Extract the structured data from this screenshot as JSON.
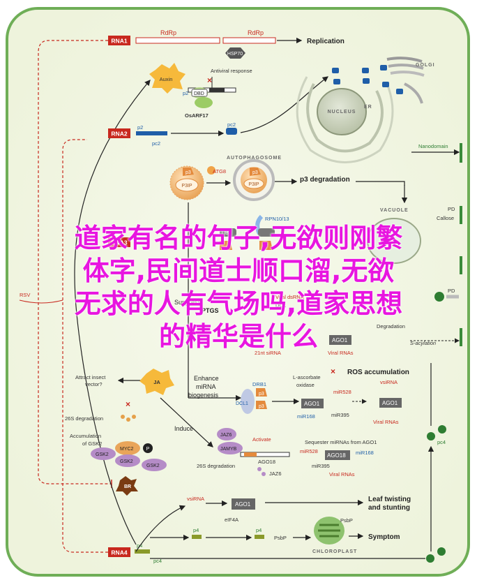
{
  "labels": {
    "rna1": "RNA1",
    "rna2": "RNA2",
    "rna3": "RNA3",
    "rna4": "RNA4",
    "rdrp1": "RdRp",
    "rdrp2": "RdRp",
    "hsp70": "HSP70",
    "replication": "Replication",
    "auxin": "Auxin",
    "antiviral": "Antiviral response",
    "p2_a": "p2",
    "dbd": "DBD",
    "osarf17": "OsARF17",
    "p2_b": "p2",
    "pc2_a": "pc2",
    "pc2_b": "pc2",
    "golgi": "GOLGI",
    "nucleus": "NUCLEUS",
    "er": "ER",
    "nanodomain": "Nanodomain",
    "pd": "PD",
    "callose": "Callose",
    "autophagosome": "AUTOPHAGOSOME",
    "p3_a": "p3",
    "p3ip_a": "P3IP",
    "atg8": "ATG8",
    "p3_b": "p3",
    "p3ip_b": "P3IP",
    "p3degradation": "p3 degradation",
    "vacuole": "VACUOLE",
    "rpn": "RPN10/13",
    "ubl": "UBL",
    "rsv": "RSV",
    "suppress": "Suppress",
    "ptgs": "PTGS",
    "dcl": "DCL",
    "viral_dsrna": "Viral dsRNA",
    "ago1_a": "AGO1",
    "twentyone": "21nt siRNA",
    "viral_rnas_a": "Viral RNAs",
    "degradation": "Degradation",
    "pd2": "PD",
    "sacyl": "S-acylation",
    "attract": "Attract insect",
    "vector": "vector?",
    "ja": "JA",
    "deg26_a": "26S degradation",
    "accum": "Accumulation",
    "ofgsk2": "of GSK2",
    "myc2": "MYC2",
    "p": "P",
    "gsk2a": "GSK2",
    "gsk2b": "GSK2",
    "gsk2c": "GSK2",
    "br": "BR",
    "enhance": "Enhance",
    "mirna": "miRNA",
    "biogenesis": "biogenesis",
    "drb1": "DRB1",
    "dcl1": "DCL1",
    "p3c": "p3",
    "p3d": "p3",
    "lasc": "L-ascorbate",
    "oxidase": "oxidase",
    "ros": "ROS accumulation",
    "mir528": "miR528",
    "ago1_b": "AGO1",
    "mir168_a": "miR168",
    "mir395": "miR395",
    "vsirna_a": "vsiRNA",
    "ago1_c": "AGO1",
    "viral_rnas_b": "Viral RNAs",
    "induce": "Induce",
    "jaz6": "JAZ6",
    "jamyb": "JAMYB",
    "activate": "Activate",
    "ago18": "AGO18",
    "sequester": "Sequester miRNAs from AGO1",
    "mir528b": "miR528",
    "ago18b": "AGO18",
    "mir168_b": "miR168",
    "deg26_b": "26S degradation",
    "jaz6b": "JAZ6",
    "mir395b": "miR395",
    "viral_rnas_c": "Viral RNAs",
    "vsirna_b": "vsiRNA",
    "ago1_d": "AGO1",
    "elf4a": "eIF4A",
    "leaf1": "Leaf twisting",
    "leaf2": "and stunting",
    "p4_a": "p4",
    "p4_b": "p4",
    "p4_c": "p4",
    "psbp_a": "PsbP",
    "psbp_b": "PsbP",
    "symptom": "Symptom",
    "chloroplast": "CHLOROPLAST",
    "pc4_a": "pc4",
    "pc4_b": "pc4"
  },
  "overlay": {
    "line1": "道家有名的句子,无欲则刚繁",
    "line2": "体字,民间道士顺口溜,无欲",
    "line3": "无求的人有气场吗,道家思想",
    "line4": "的精华是什么"
  },
  "colors": {
    "red": "#c8281e",
    "blue": "#1f5ea8",
    "green": "#3a8a3a",
    "overlay": "#e815e0",
    "frame": "#6fae57"
  }
}
